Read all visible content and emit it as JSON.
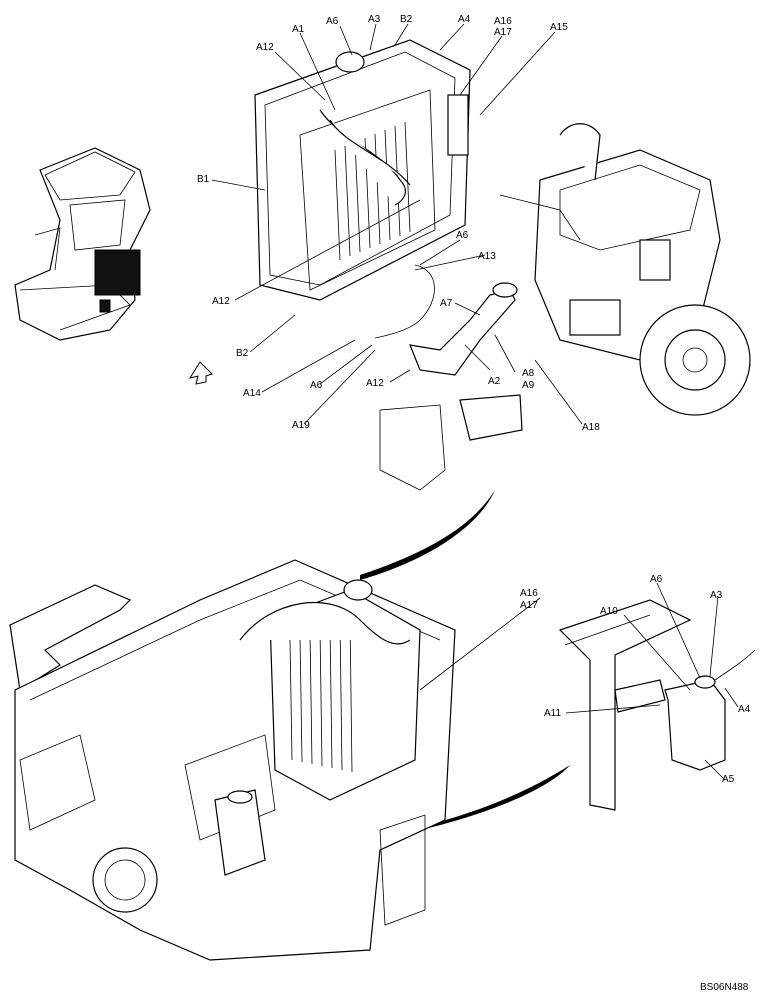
{
  "drawing_code": "BS06N488",
  "callouts": {
    "A1": "A1",
    "A2": "A2",
    "A3": "A3",
    "A4": "A4",
    "A5": "A5",
    "A6": "A6",
    "A7": "A7",
    "A8": "A8",
    "A9": "A9",
    "A10": "A10",
    "A11": "A11",
    "A12": "A12",
    "A13": "A13",
    "A14": "A14",
    "A15": "A15",
    "A16": "A16",
    "A17": "A17",
    "A18": "A18",
    "A19": "A19",
    "B1": "B1",
    "B2": "B2"
  }
}
